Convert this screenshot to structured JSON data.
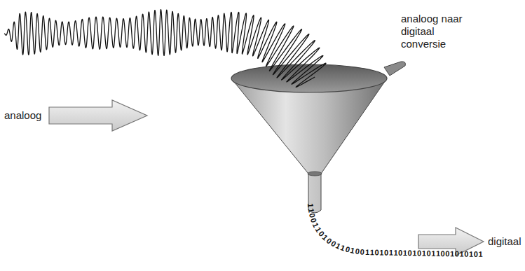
{
  "diagram": {
    "labels": [
      "analoog",
      "analoog naar digitaal conversie",
      "digitaal",
      "11001101001101001101011010101011001010101"
    ]
  }
}
